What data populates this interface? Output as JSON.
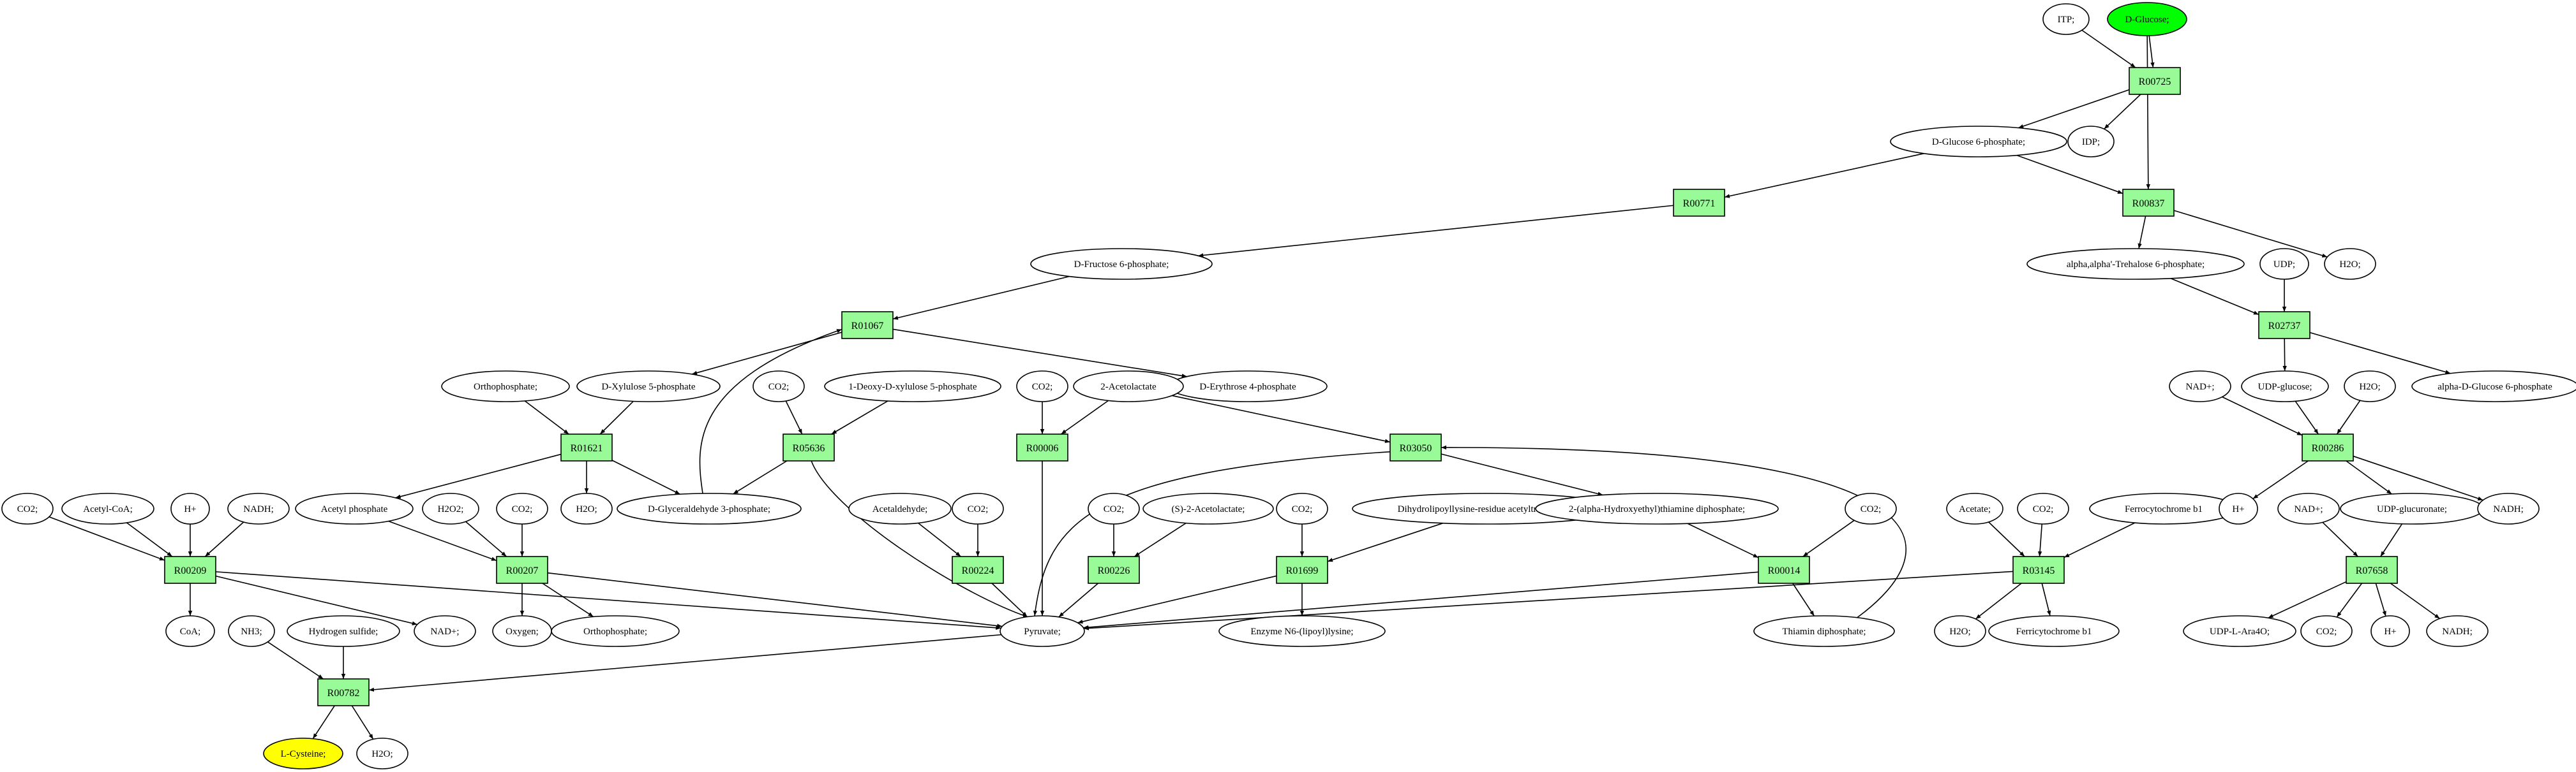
{
  "colors": {
    "reaction": "#98fb98",
    "start": "#00ff00",
    "target": "#ffff00",
    "metabolite": "#ffffff"
  },
  "reactions": {
    "R00725": "R00725",
    "R00837": "R00837",
    "R00771": "R00771",
    "R01067": "R01067",
    "R02737": "R02737",
    "R01621": "R01621",
    "R05636": "R05636",
    "R00006": "R00006",
    "R03050": "R03050",
    "R00286": "R00286",
    "R00209": "R00209",
    "R00207": "R00207",
    "R00224": "R00224",
    "R00226": "R00226",
    "R01699": "R01699",
    "R00014": "R00014",
    "R03145": "R03145",
    "R07658": "R07658",
    "R00782": "R00782"
  },
  "metabolites": {
    "itp": "ITP;",
    "glucose": "D-Glucose;",
    "idp": "IDP;",
    "g6p": "D-Glucose 6-phosphate;",
    "f6p": "D-Fructose 6-phosphate;",
    "h2o_a": "H2O;",
    "trehalose6p": "alpha,alpha'-Trehalose 6-phosphate;",
    "udp_a": "UDP;",
    "xylulose5p": "D-Xylulose 5-phosphate",
    "erythrose4p": "D-Erythrose 4-phosphate",
    "orthophosphate_a": "Orthophosphate;",
    "co2_a": "CO2;",
    "deoxyxylulose5p": "1-Deoxy-D-xylulose 5-phosphate",
    "co2_b": "CO2;",
    "acetolactate2": "2-Acetolactate",
    "nadp_a": "NAD+;",
    "udpglucose": "UDP-glucose;",
    "h2o_b": "H2O;",
    "glucose6p_alpha": "alpha-D-Glucose 6-phosphate",
    "acetylphosphate": "Acetyl phosphate",
    "h2o_c": "H2O;",
    "glyceraldehyde3p": "D-Glyceraldehyde 3-phosphate;",
    "co2_c": "CO2;",
    "acetylcoa": "Acetyl-CoA;",
    "hplus_a": "H+",
    "nadh_a": "NADH;",
    "h2o2": "H2O2;",
    "co2_d": "CO2;",
    "acetaldehyde": "Acetaldehyde;",
    "co2_e": "CO2;",
    "co2_f": "CO2;",
    "s_acetolactate": "(S)-2-Acetolactate;",
    "co2_g": "CO2;",
    "dihydrolipoyllysine": "Dihydrolipoyllysine-residue acetyltransferase]",
    "hydroxyethyl_tdp": "2-(alpha-Hydroxyethyl)thiamine diphosphate;",
    "co2_h": "CO2;",
    "acetate": "Acetate;",
    "co2_i": "CO2;",
    "ferrocytochrome": "Ferrocytochrome b1",
    "hplus_b": "H+",
    "nadp_b": "NAD+;",
    "udpglucuronate": "UDP-glucuronate;",
    "nadh_b": "NADH;",
    "coa": "CoA;",
    "nadp_c": "NAD+;",
    "oxygen": "Oxygen;",
    "orthophosphate_b": "Orthophosphate;",
    "pyruvate": "Pyruvate;",
    "lipoyllysine": "Enzyme N6-(lipoyl)lysine;",
    "thiamin_dp": "Thiamin diphosphate;",
    "h2o_d": "H2O;",
    "ferricytochrome": "Ferricytochrome b1",
    "udp_ara4o": "UDP-L-Ara4O;",
    "co2_j": "CO2;",
    "hplus_c": "H+",
    "nadh_c": "NADH;",
    "nh3": "NH3;",
    "h2s": "Hydrogen sulfide;",
    "cysteine": "L-Cysteine;",
    "h2o_e": "H2O;"
  }
}
